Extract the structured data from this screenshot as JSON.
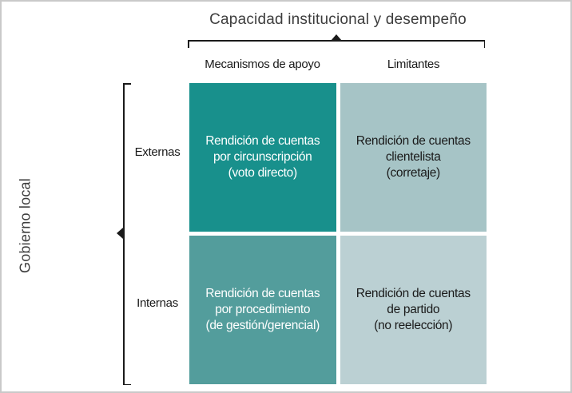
{
  "figure": {
    "title": "Capacidad institucional y desempeño",
    "y_axis_label": "Gobierno local",
    "columns": [
      {
        "label": "Mecanismos de apoyo"
      },
      {
        "label": "Limitantes"
      }
    ],
    "rows": [
      {
        "label": "Externas"
      },
      {
        "label": "Internas"
      }
    ],
    "quadrants": [
      {
        "row": "Externas",
        "column": "Mecanismos de apoyo",
        "text": "Rendición de cuentas\npor circunscripción\n(voto directo)",
        "bg": "#18908c",
        "text_color": "#ffffff"
      },
      {
        "row": "Externas",
        "column": "Limitantes",
        "text": "Rendición de cuentas\nclientelista\n(corretaje)",
        "bg": "#a6c4c6",
        "text_color": "#1a1a1a"
      },
      {
        "row": "Internas",
        "column": "Mecanismos de apoyo",
        "text": "Rendición de cuentas\npor procedimiento\n(de gestión/gerencial)",
        "bg": "#539d9c",
        "text_color": "#ffffff"
      },
      {
        "row": "Internas",
        "column": "Limitantes",
        "text": "Rendición de cuentas\nde partido\n(no reelección)",
        "bg": "#bbd0d3",
        "text_color": "#1a1a1a"
      }
    ],
    "colors": {
      "bracket": "#1a1a1a",
      "title_text": "#3d3d3d",
      "gap": "#ffffff",
      "frame_border": "#c9c9c9"
    }
  }
}
